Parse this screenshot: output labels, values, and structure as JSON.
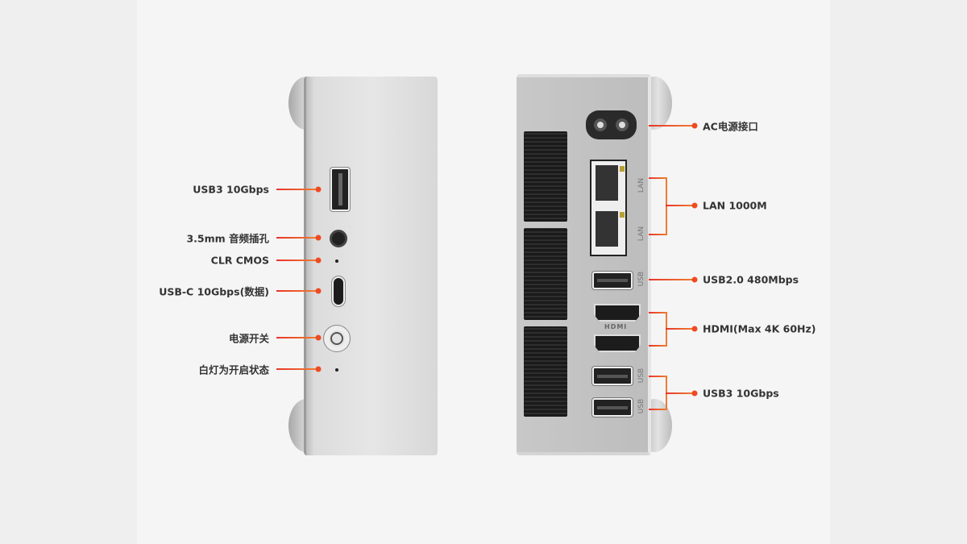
{
  "front_labels": {
    "usb3": "USB3 10Gbps",
    "audio": "3.5mm 音频插孔",
    "clr_cmos": "CLR CMOS",
    "usbc": "USB-C 10Gbps(数据)",
    "power": "电源开关",
    "led": "白灯为开启状态"
  },
  "back_labels": {
    "ac": "AC电源接口",
    "lan": "LAN 1000M",
    "usb2": "USB2.0 480Mbps",
    "hdmi": "HDMI(Max 4K 60Hz)",
    "usb3": "USB3 10Gbps"
  },
  "port_markings": {
    "lan": "LAN",
    "usb": "USB",
    "hdmi": "HDMI"
  },
  "colors": {
    "accent": "#ee4a22",
    "accent_end": "#f08030"
  }
}
